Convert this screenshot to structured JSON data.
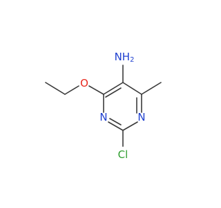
{
  "molecule": {
    "atoms": {
      "amine": {
        "text": "NH",
        "subscript": "2",
        "color": "#1e3fcf"
      },
      "ether_oxygen": {
        "text": "O",
        "color": "#e8281e"
      },
      "ring_nitrogen_left": {
        "text": "N",
        "color": "#1e3fcf"
      },
      "ring_nitrogen_right": {
        "text": "N",
        "color": "#1e3fcf"
      },
      "chlorine": {
        "text": "Cl",
        "color": "#2f9e2f"
      }
    },
    "bond_color": "#3a3a3a"
  }
}
